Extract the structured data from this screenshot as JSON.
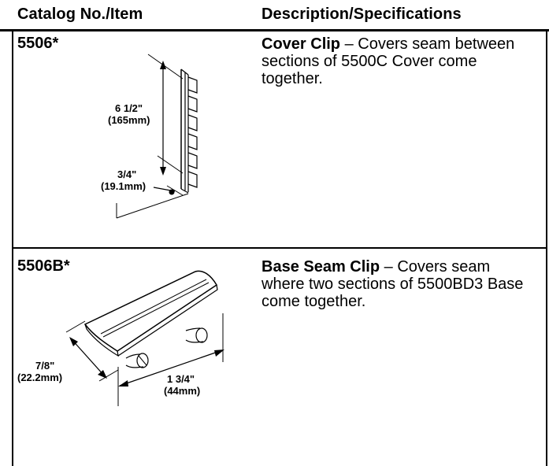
{
  "table": {
    "headers": {
      "catalog": "Catalog No./Item",
      "description": "Description/Specifications"
    },
    "rows": [
      {
        "catalog_no": "5506*",
        "title": "Cover Clip",
        "dash": " – ",
        "text": "Covers seam between sections of 5500C Cover come together.",
        "dims": {
          "length_in": "6 1/2\"",
          "length_mm": "(165mm)",
          "width_in": "3/4\"",
          "width_mm": "(19.1mm)"
        }
      },
      {
        "catalog_no": "5506B*",
        "title": "Base Seam Clip",
        "dash": " – ",
        "text": "Covers seam where two sections of 5500BD3 Base come together.",
        "dims": {
          "width_in": "7/8\"",
          "width_mm": "(22.2mm)",
          "length_in": "1 3/4\"",
          "length_mm": "(44mm)"
        }
      }
    ]
  },
  "colors": {
    "rule": "#000000",
    "background": "#ffffff"
  }
}
